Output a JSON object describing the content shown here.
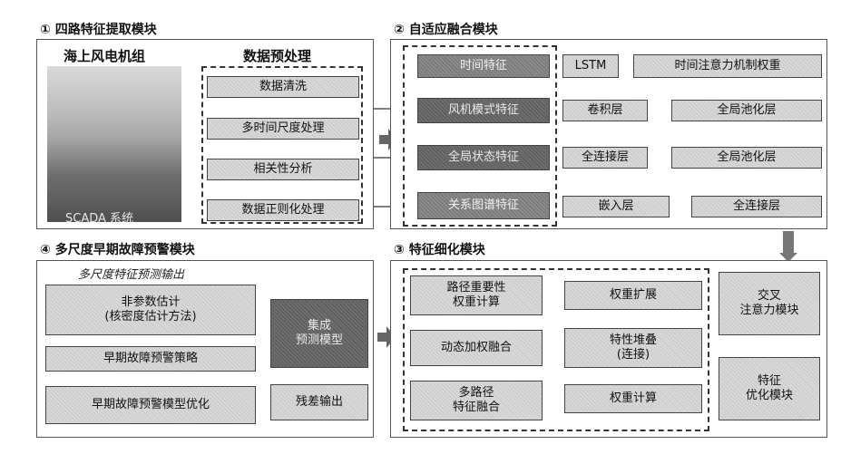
{
  "module1": {
    "heading": "① 四路特征提取模块",
    "turbine_label": "海上风电机组",
    "scada_label": "SCADA 系统",
    "preprocess_title": "数据预处理",
    "steps": [
      "数据清洗",
      "多时间尺度处理",
      "相关性分析",
      "数据正则化处理"
    ]
  },
  "module2": {
    "heading": "② 自适应融合模块",
    "rows": [
      {
        "input": "时间特征",
        "mid": "LSTM",
        "out": "时间注意力机制权重"
      },
      {
        "input": "风机模式特征",
        "mid": "卷积层",
        "out": "全局池化层"
      },
      {
        "input": "全局状态特征",
        "mid": "全连接层",
        "out": "全局池化层"
      },
      {
        "input": "关系图谱特征",
        "mid": "嵌入层",
        "out": "全连接层"
      }
    ]
  },
  "module3": {
    "heading": "③ 特征细化模块",
    "left": [
      "路径重要性\n权重计算",
      "动态加权融合",
      "多路径\n特征融合"
    ],
    "middle": [
      "权重扩展",
      "特性堆叠\n(连接)",
      "权重计算"
    ],
    "right": [
      "交叉\n注意力模块",
      "特征\n优化模块"
    ]
  },
  "module4": {
    "heading": "④ 多尺度早期故障预警模块",
    "subtitle": "多尺度特征预测输出",
    "left": [
      "非参数估计\n(核密度估计方法)",
      "早期故障预警策略",
      "早期故障预警模型优化"
    ],
    "right_model": "集成\n预测模型",
    "right_output": "残差输出"
  },
  "colors": {
    "box_light": "#d8d8d8",
    "box_dark": "#6e6e6e",
    "border": "#444444"
  }
}
